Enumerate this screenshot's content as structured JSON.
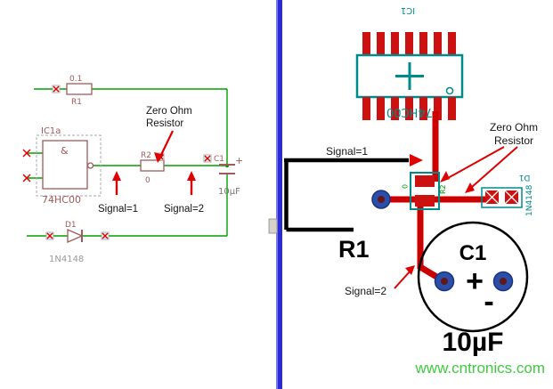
{
  "left": {
    "r1_value": "0.1",
    "r1_ref": "R1",
    "ic_ref": "IC1a",
    "gate_symbol": "&",
    "ic_part": "74HC00",
    "r2_ref": "R2",
    "r2_value": "0",
    "c1_ref": "C1",
    "c1_plus": "+",
    "c1_value": "10µF",
    "d1_ref": "D1",
    "d1_part": "1N4148",
    "note_line1": "Zero Ohm",
    "note_line2": "Resistor",
    "signal1": "Signal=1",
    "signal2": "Signal=2"
  },
  "right": {
    "ic_ref": "IC1",
    "ic_part": "74HC00",
    "r2_ref": "R2",
    "r2_value": "0",
    "d1_ref": "D1",
    "d1_part": "1N4148",
    "r1_label": "R1",
    "c1_label": "C1",
    "c1_plus": "+",
    "c1_minus": "-",
    "c1_value": "10µF",
    "note_line1": "Zero Ohm",
    "note_line2": "Resistor",
    "signal1": "Signal=1",
    "signal2": "Signal=2"
  },
  "watermark": "www.cntronics.com",
  "colors": {
    "wire_green": "#00A000",
    "component": "#A05A5A",
    "trace_red": "#CC0000",
    "pad_red": "#CC1111",
    "silk_teal": "#008B8B",
    "via_blue": "#2B4EA8",
    "divider_blue": "#2B2BD5",
    "annotation_red": "#E00000",
    "watermark_green": "#3FCB3F"
  }
}
